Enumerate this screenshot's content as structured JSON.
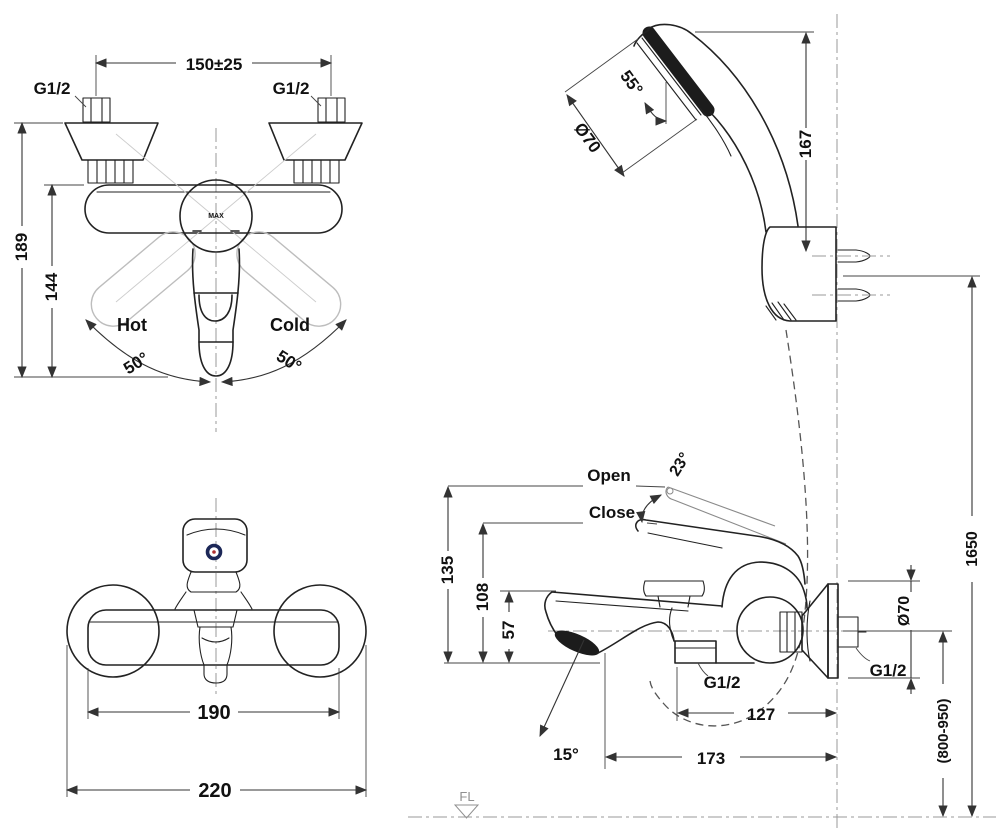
{
  "front_view": {
    "dim_center_distance": "150±25",
    "thread_left": "G1/2",
    "thread_right": "G1/2",
    "dim_height_total": "189",
    "dim_height_body": "144",
    "label_hot": "Hot",
    "label_cold": "Cold",
    "angle_swing_left": "50°",
    "angle_swing_right": "50°",
    "handle_mark": "MAX"
  },
  "hand_shower_view": {
    "angle_head": "55°",
    "dim_head_diameter": "Ø70",
    "dim_head_height": "167"
  },
  "top_view": {
    "dim_body_width": "190",
    "dim_total_width": "220"
  },
  "side_view": {
    "label_open": "Open",
    "label_close": "Close",
    "angle_lever": "23°",
    "dim_open_height": "135",
    "dim_close_height": "108",
    "dim_deck_height": "57",
    "thread_inlet": "G1/2",
    "angle_spout": "15°",
    "dim_inlet_to_wall": "127",
    "dim_spout_to_wall": "173"
  },
  "installation": {
    "dim_flange_diameter": "Ø70",
    "thread_wall": "G1/2",
    "dim_bracket_height": "1650",
    "dim_mixer_height_range": "(800-950)",
    "floor_label": "FL"
  },
  "colors": {
    "line": "#222222",
    "ghost": "#bdbdbd",
    "centerline": "#9a9a9a",
    "indicator_ring_blue": "#1c2757",
    "indicator_center_red": "#b03030"
  }
}
